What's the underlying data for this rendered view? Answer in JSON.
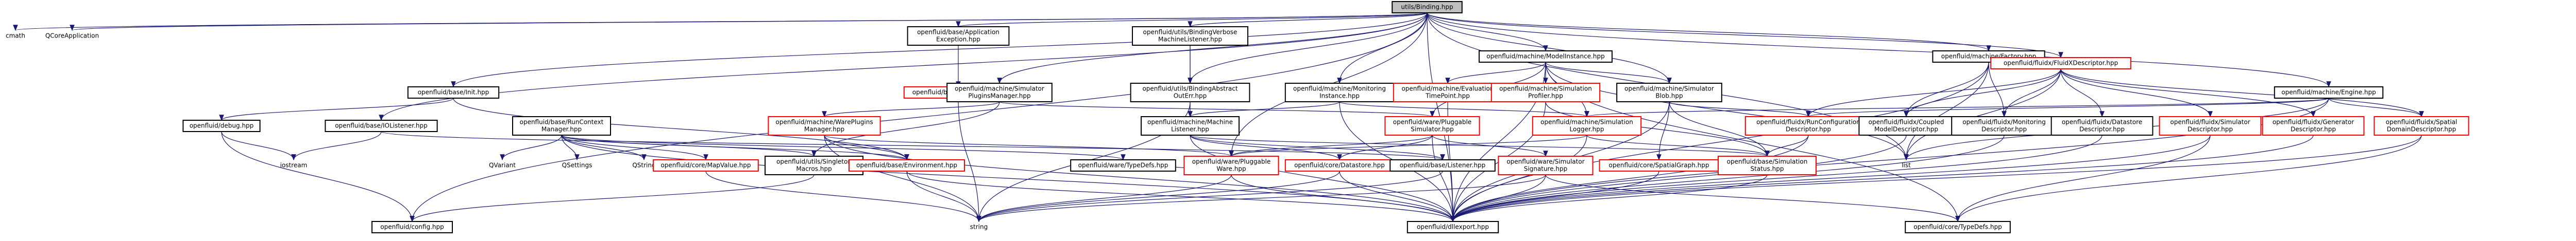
{
  "colors": {
    "edge": "#191970",
    "box_border_black": "#000000",
    "box_border_red": "#ff0000",
    "root_fill": "#bfbfbf",
    "box_fill": "#ffffff"
  },
  "nodes": [
    {
      "id": "root",
      "lines": [
        "utils/Binding.hpp"
      ],
      "style": "root"
    },
    {
      "id": "cmath",
      "lines": [
        "cmath"
      ],
      "style": "plain"
    },
    {
      "id": "qcoreapplication",
      "lines": [
        "QCoreApplication"
      ],
      "style": "plain"
    },
    {
      "id": "basefile",
      "lines": [
        "openfluid/base/Init.hpp"
      ],
      "style": "black"
    },
    {
      "id": "appexception",
      "lines": [
        "openfluid/base/Application",
        "Exception.hpp"
      ],
      "style": "black"
    },
    {
      "id": "frameworkexception",
      "lines": [
        "openfluid/base/Exception.hpp"
      ],
      "style": "red"
    },
    {
      "id": "machinelistener_binding",
      "lines": [
        "openfluid/utils/BindingVerbose",
        "MachineListener.hpp"
      ],
      "style": "black"
    },
    {
      "id": "bindingabstractout",
      "lines": [
        "openfluid/utils/BindingAbstract",
        "OutErr.hpp"
      ],
      "style": "black"
    },
    {
      "id": "modelinstance",
      "lines": [
        "openfluid/machine/ModelInstance.hpp"
      ],
      "style": "black"
    },
    {
      "id": "machinefactory",
      "lines": [
        "openfluid/machine/Factory.hpp"
      ],
      "style": "black"
    },
    {
      "id": "simpluginsmanager",
      "lines": [
        "openfluid/machine/Simulator",
        "PluginsManager.hpp"
      ],
      "style": "black"
    },
    {
      "id": "monitoringinstance",
      "lines": [
        "openfluid/machine/Monitoring",
        "Instance.hpp"
      ],
      "style": "black"
    },
    {
      "id": "evaltimepoint",
      "lines": [
        "openfluid/machine/Evaluation",
        "TimePoint.hpp"
      ],
      "style": "red"
    },
    {
      "id": "simprofiler",
      "lines": [
        "openfluid/machine/Simulation",
        "Profiler.hpp"
      ],
      "style": "red"
    },
    {
      "id": "simblob",
      "lines": [
        "openfluid/machine/Simulator",
        "Blob.hpp"
      ],
      "style": "black"
    },
    {
      "id": "fluiddescriptor",
      "lines": [
        "openfluid/fluidx/FluidXDescriptor.hpp"
      ],
      "style": "red"
    },
    {
      "id": "engine",
      "lines": [
        "openfluid/machine/Engine.hpp"
      ],
      "style": "black"
    },
    {
      "id": "debug",
      "lines": [
        "openfluid/debug.hpp"
      ],
      "style": "black"
    },
    {
      "id": "tolistener",
      "lines": [
        "openfluid/base/IOListener.hpp"
      ],
      "style": "black"
    },
    {
      "id": "runcontextmanager",
      "lines": [
        "openfluid/base/RunContext",
        "Manager.hpp"
      ],
      "style": "black"
    },
    {
      "id": "wareplugins",
      "lines": [
        "openfluid/machine/WarePlugins",
        "Manager.hpp"
      ],
      "style": "red"
    },
    {
      "id": "machinelistener",
      "lines": [
        "openfluid/machine/Machine",
        "Listener.hpp"
      ],
      "style": "black"
    },
    {
      "id": "pluggablesimulator",
      "lines": [
        "openfluid/ware/Pluggable",
        "Simulator.hpp"
      ],
      "style": "red"
    },
    {
      "id": "simlogger",
      "lines": [
        "openfluid/machine/Simulation",
        "Logger.hpp"
      ],
      "style": "red"
    },
    {
      "id": "runconfigdesc",
      "lines": [
        "openfluid/fluidx/RunConfiguration",
        "Descriptor.hpp"
      ],
      "style": "red"
    },
    {
      "id": "coupledmodeldesc",
      "lines": [
        "openfluid/fluidx/Coupled",
        "ModelDescriptor.hpp"
      ],
      "style": "black"
    },
    {
      "id": "monitoringdesc",
      "lines": [
        "openfluid/fluidx/Monitoring",
        "Descriptor.hpp"
      ],
      "style": "black"
    },
    {
      "id": "datastoredesc",
      "lines": [
        "openfluid/fluidx/Datastore",
        "Descriptor.hpp"
      ],
      "style": "black"
    },
    {
      "id": "simulatordesc",
      "lines": [
        "openfluid/fluidx/Simulator",
        "Descriptor.hpp"
      ],
      "style": "red"
    },
    {
      "id": "generatordesc",
      "lines": [
        "openfluid/fluidx/Generator",
        "Descriptor.hpp"
      ],
      "style": "red"
    },
    {
      "id": "spatialdomaindesc",
      "lines": [
        "openfluid/fluidx/Spatial",
        "DomainDescriptor.hpp"
      ],
      "style": "red"
    },
    {
      "id": "iostream",
      "lines": [
        "iostream"
      ],
      "style": "plain"
    },
    {
      "id": "qvariant",
      "lines": [
        "QVariant"
      ],
      "style": "plain"
    },
    {
      "id": "qsettings",
      "lines": [
        "QSettings"
      ],
      "style": "plain"
    },
    {
      "id": "qstring",
      "lines": [
        "QString"
      ],
      "style": "plain"
    },
    {
      "id": "mapvalue",
      "lines": [
        "openfluid/core/MapValue.hpp"
      ],
      "style": "red"
    },
    {
      "id": "singletonmacros",
      "lines": [
        "openfluid/utils/Singleton",
        "Macros.hpp"
      ],
      "style": "black"
    },
    {
      "id": "environment",
      "lines": [
        "openfluid/base/Environment.hpp"
      ],
      "style": "red"
    },
    {
      "id": "waretypedefs",
      "lines": [
        "openfluid/ware/TypeDefs.hpp"
      ],
      "style": "black"
    },
    {
      "id": "pluggableware",
      "lines": [
        "openfluid/ware/Pluggable",
        "Ware.hpp"
      ],
      "style": "red"
    },
    {
      "id": "datastore",
      "lines": [
        "openfluid/core/Datastore.hpp"
      ],
      "style": "red"
    },
    {
      "id": "baselistener",
      "lines": [
        "openfluid/base/Listener.hpp"
      ],
      "style": "black"
    },
    {
      "id": "simsignature",
      "lines": [
        "openfluid/ware/Simulator",
        "Signature.hpp"
      ],
      "style": "red"
    },
    {
      "id": "spatialgraph",
      "lines": [
        "openfluid/core/SpatialGraph.hpp"
      ],
      "style": "red"
    },
    {
      "id": "simstatus",
      "lines": [
        "openfluid/base/Simulation",
        "Status.hpp"
      ],
      "style": "red"
    },
    {
      "id": "list",
      "lines": [
        "list"
      ],
      "style": "plain"
    },
    {
      "id": "config",
      "lines": [
        "openfluid/config.hpp"
      ],
      "style": "black"
    },
    {
      "id": "string",
      "lines": [
        "string"
      ],
      "style": "plain"
    },
    {
      "id": "dllexport",
      "lines": [
        "openfluid/dllexport.hpp"
      ],
      "style": "black"
    },
    {
      "id": "coretypedefs",
      "lines": [
        "openfluid/core/TypeDefs.hpp"
      ],
      "style": "black"
    }
  ],
  "edges": [
    [
      "root",
      "cmath"
    ],
    [
      "root",
      "qcoreapplication"
    ],
    [
      "root",
      "basefile"
    ],
    [
      "root",
      "appexception"
    ],
    [
      "root",
      "machinelistener_binding"
    ],
    [
      "root",
      "bindingabstractout"
    ],
    [
      "root",
      "modelinstance"
    ],
    [
      "root",
      "machinefactory"
    ],
    [
      "root",
      "simpluginsmanager"
    ],
    [
      "root",
      "monitoringinstance"
    ],
    [
      "root",
      "simblob"
    ],
    [
      "root",
      "engine"
    ],
    [
      "root",
      "fluiddescriptor"
    ],
    [
      "root",
      "tolistener"
    ],
    [
      "root",
      "config"
    ],
    [
      "root",
      "list"
    ],
    [
      "root",
      "pluggableware"
    ],
    [
      "root",
      "dllexport"
    ],
    [
      "appexception",
      "frameworkexception"
    ],
    [
      "machinelistener_binding",
      "bindingabstractout"
    ],
    [
      "machinelistener_binding",
      "machinelistener"
    ],
    [
      "basefile",
      "environment"
    ],
    [
      "basefile",
      "debug"
    ],
    [
      "debug",
      "iostream"
    ],
    [
      "debug",
      "config"
    ],
    [
      "tolistener",
      "iostream"
    ],
    [
      "tolistener",
      "baselistener"
    ],
    [
      "simpluginsmanager",
      "wareplugins"
    ],
    [
      "simpluginsmanager",
      "pluggablesimulator"
    ],
    [
      "simpluginsmanager",
      "singletonmacros"
    ],
    [
      "runcontextmanager",
      "qvariant"
    ],
    [
      "runcontextmanager",
      "qsettings"
    ],
    [
      "runcontextmanager",
      "qstring"
    ],
    [
      "runcontextmanager",
      "mapvalue"
    ],
    [
      "runcontextmanager",
      "singletonmacros"
    ],
    [
      "runcontextmanager",
      "environment"
    ],
    [
      "runcontextmanager",
      "waretypedefs"
    ],
    [
      "runcontextmanager",
      "dllexport"
    ],
    [
      "wareplugins",
      "string"
    ],
    [
      "wareplugins",
      "environment"
    ],
    [
      "wareplugins",
      "pluggableware"
    ],
    [
      "wareplugins",
      "dllexport"
    ],
    [
      "modelinstance",
      "evaltimepoint"
    ],
    [
      "modelinstance",
      "simprofiler"
    ],
    [
      "modelinstance",
      "simblob"
    ],
    [
      "modelinstance",
      "simlogger"
    ],
    [
      "modelinstance",
      "list"
    ],
    [
      "modelinstance",
      "pluggablesimulator"
    ],
    [
      "modelinstance",
      "dllexport"
    ],
    [
      "modelinstance",
      "coretypedefs"
    ],
    [
      "monitoringinstance",
      "machinelistener"
    ],
    [
      "monitoringinstance",
      "simlogger"
    ],
    [
      "monitoringinstance",
      "dllexport"
    ],
    [
      "machinelistener",
      "baselistener"
    ],
    [
      "machinelistener",
      "simstatus"
    ],
    [
      "machinelistener",
      "datastore"
    ],
    [
      "machinelistener",
      "dllexport"
    ],
    [
      "simprofiler",
      "simstatus"
    ],
    [
      "simprofiler",
      "dllexport"
    ],
    [
      "evaltimepoint",
      "dllexport"
    ],
    [
      "simblob",
      "simstatus"
    ],
    [
      "simblob",
      "spatialgraph"
    ],
    [
      "simblob",
      "runconfigdesc"
    ],
    [
      "simblob",
      "dllexport"
    ],
    [
      "pluggablesimulator",
      "pluggableware"
    ],
    [
      "pluggablesimulator",
      "simsignature"
    ],
    [
      "pluggablesimulator",
      "datastore"
    ],
    [
      "pluggablesimulator",
      "dllexport"
    ],
    [
      "simlogger",
      "pluggableware"
    ],
    [
      "simlogger",
      "simstatus"
    ],
    [
      "simlogger",
      "dllexport"
    ],
    [
      "machinefactory",
      "coupledmodeldesc"
    ],
    [
      "machinefactory",
      "monitoringdesc"
    ],
    [
      "machinefactory",
      "fluiddescriptor"
    ],
    [
      "machinefactory",
      "list"
    ],
    [
      "machinefactory",
      "dllexport"
    ],
    [
      "fluiddescriptor",
      "runconfigdesc"
    ],
    [
      "fluiddescriptor",
      "coupledmodeldesc"
    ],
    [
      "fluiddescriptor",
      "monitoringdesc"
    ],
    [
      "fluiddescriptor",
      "datastoredesc"
    ],
    [
      "fluiddescriptor",
      "simulatordesc"
    ],
    [
      "fluiddescriptor",
      "generatordesc"
    ],
    [
      "fluiddescriptor",
      "spatialdomaindesc"
    ],
    [
      "fluiddescriptor",
      "list"
    ],
    [
      "engine",
      "simlogger"
    ],
    [
      "engine",
      "runconfigdesc"
    ],
    [
      "engine",
      "list"
    ],
    [
      "engine",
      "spatialdomaindesc"
    ],
    [
      "engine",
      "dllexport"
    ],
    [
      "runconfigdesc",
      "simstatus"
    ],
    [
      "runconfigdesc",
      "dllexport"
    ],
    [
      "coupledmodeldesc",
      "dllexport"
    ],
    [
      "monitoringdesc",
      "dllexport"
    ],
    [
      "datastoredesc",
      "dllexport"
    ],
    [
      "simulatordesc",
      "dllexport"
    ],
    [
      "generatordesc",
      "dllexport"
    ],
    [
      "spatialdomaindesc",
      "dllexport"
    ],
    [
      "spatialdomaindesc",
      "coretypedefs"
    ],
    [
      "simulatordesc",
      "coretypedefs"
    ],
    [
      "pluggableware",
      "string"
    ],
    [
      "pluggableware",
      "dllexport"
    ],
    [
      "pluggableware",
      "waretypedefs"
    ],
    [
      "simsignature",
      "dllexport"
    ],
    [
      "simsignature",
      "string"
    ],
    [
      "simsignature",
      "coretypedefs"
    ],
    [
      "datastore",
      "string"
    ],
    [
      "datastore",
      "dllexport"
    ],
    [
      "spatialgraph",
      "dllexport"
    ],
    [
      "simstatus",
      "dllexport"
    ],
    [
      "environment",
      "string"
    ],
    [
      "environment",
      "dllexport"
    ],
    [
      "singletonmacros",
      "config"
    ],
    [
      "mapvalue",
      "string"
    ],
    [
      "frameworkexception",
      "string"
    ],
    [
      "bindingabstractout",
      "string"
    ],
    [
      "baselistener",
      "string"
    ]
  ]
}
